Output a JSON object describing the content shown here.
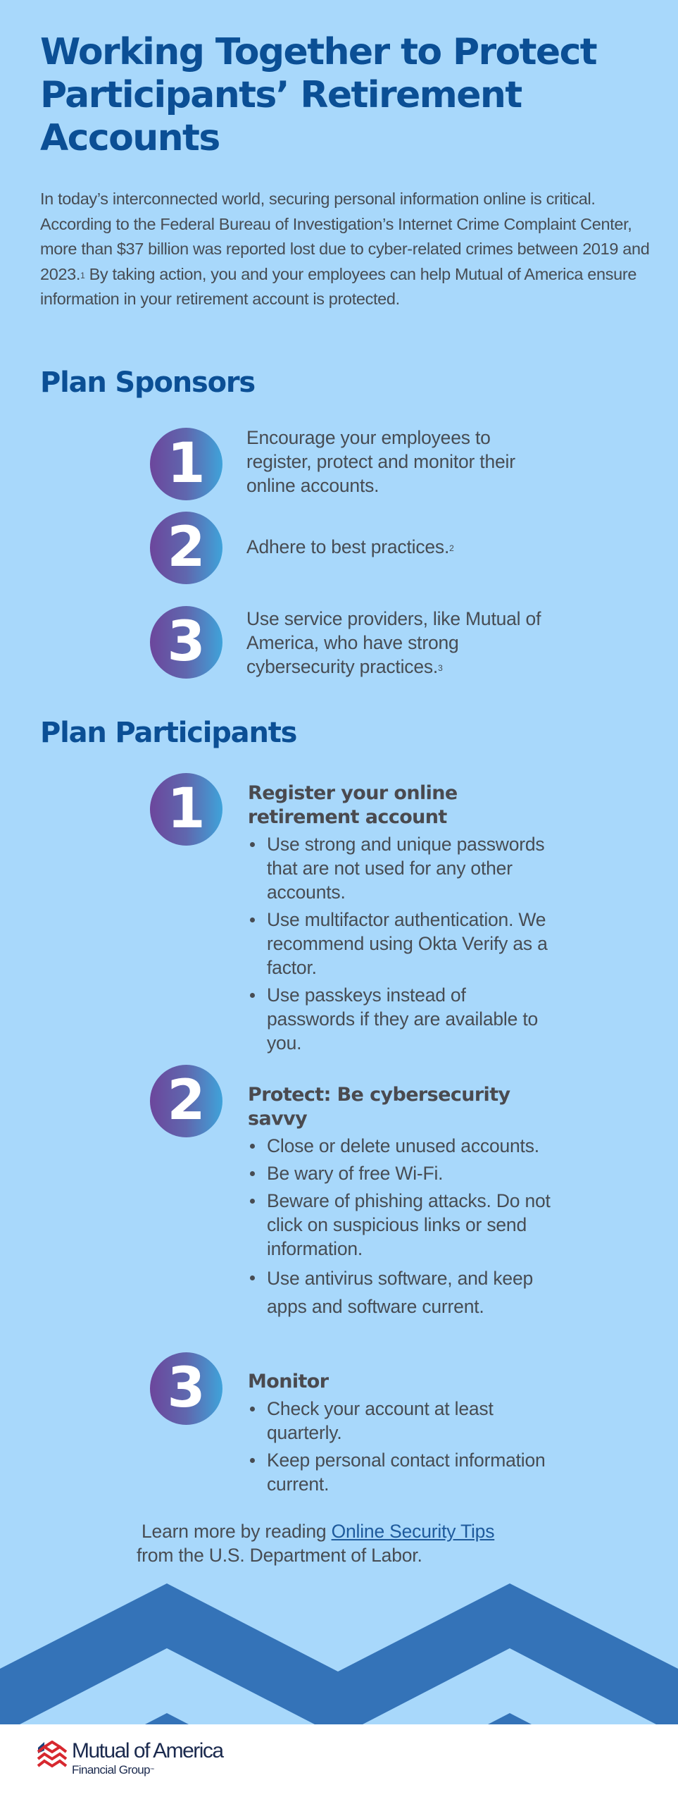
{
  "header": {
    "title_lines": [
      "Working Together to Protect",
      "Participants’ Retirement",
      "Accounts"
    ]
  },
  "intro": {
    "text_before_footnote": "In today’s interconnected world, securing personal information online is critical. According to the Federal Bureau of Investigation’s Internet Crime Complaint Center, more than $37 billion was reported lost due to cyber-related crimes between 2019 and 2023.",
    "footnote": "1",
    "text_after_footnote": " By taking action, you and your employees can help Mutual of America ensure information in your retirement account is protected."
  },
  "plan_sponsors": {
    "heading": "Plan Sponsors",
    "steps": [
      {
        "number": "1",
        "text": "Encourage your employees to register, protect and monitor their online accounts.",
        "footnote": ""
      },
      {
        "number": "2",
        "text": "Adhere to best practices.",
        "footnote": "2"
      },
      {
        "number": "3",
        "text": "Use service providers, like Mutual of America, who have strong cybersecurity practices.",
        "footnote": "3"
      }
    ]
  },
  "plan_participants": {
    "heading": "Plan Participants",
    "steps": [
      {
        "number": "1",
        "heading": "Register your online retirement account",
        "bullets": [
          "Use strong and unique passwords that are not used for any other accounts.",
          "Use multifactor authentication. We recommend using Okta Verify as a factor.",
          "Use passkeys instead of passwords if they are available to you."
        ]
      },
      {
        "number": "2",
        "heading": "Protect: Be cybersecurity savvy",
        "bullets": [
          "Close or delete unused accounts.",
          "Be wary of free Wi-Fi.",
          "Beware of phishing attacks. Do not click on suspicious links or send information.",
          "Use antivirus software, and keep apps and software current."
        ]
      },
      {
        "number": "3",
        "heading": "Monitor",
        "bullets": [
          "Check your account at least quarterly.",
          "Keep personal contact information current."
        ]
      }
    ]
  },
  "learn_more": {
    "prefix": "Learn more by reading ",
    "link_text": "Online Security Tips",
    "suffix": " from the U.S. Department of Labor."
  },
  "footer": {
    "logo_name": "Mutual of America",
    "logo_sub": "Financial Group",
    "logo_mark": "™"
  },
  "colors": {
    "background": "#A8D8FB",
    "title": "#0B4F95",
    "body_text": "#474C53",
    "circle_gradient_start": "#6C469C",
    "circle_gradient_end": "#3FA3DA",
    "chevron": "#3473B8",
    "link": "#1E5A9C",
    "logo_red": "#D7282F",
    "logo_navy": "#1B2A4E"
  }
}
